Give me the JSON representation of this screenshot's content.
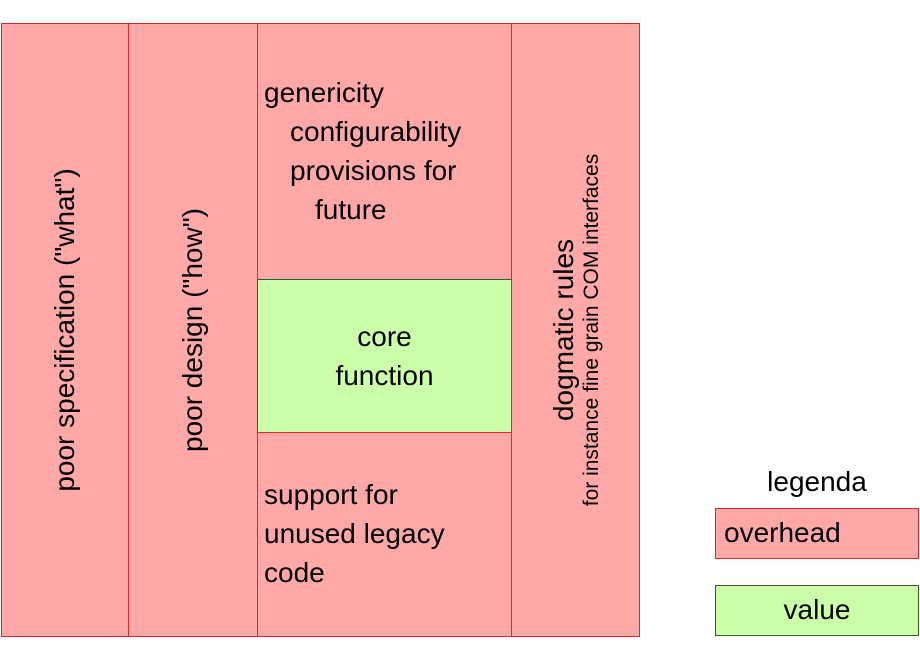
{
  "diagram": {
    "blocks": {
      "poor_specification": "poor specification (\"what\")",
      "poor_design": "poor design (\"how\")",
      "genericity": {
        "lines": [
          "genericity",
          "configurability",
          "provisions for",
          "future"
        ]
      },
      "core_function": {
        "lines": [
          "core",
          "function"
        ]
      },
      "legacy": {
        "lines": [
          "support for",
          "unused legacy",
          "code"
        ]
      },
      "dogmatic": {
        "title": "dogmatic rules",
        "subtitle": "for instance fine grain COM interfaces"
      }
    },
    "legend": {
      "title": "legenda",
      "overhead_label": "overhead",
      "value_label": "value"
    },
    "colors": {
      "overhead_fill": "#ffa8a8",
      "overhead_border": "#e0262c",
      "value_fill": "#ccffaa",
      "value_border": "#3a5a2a"
    }
  }
}
